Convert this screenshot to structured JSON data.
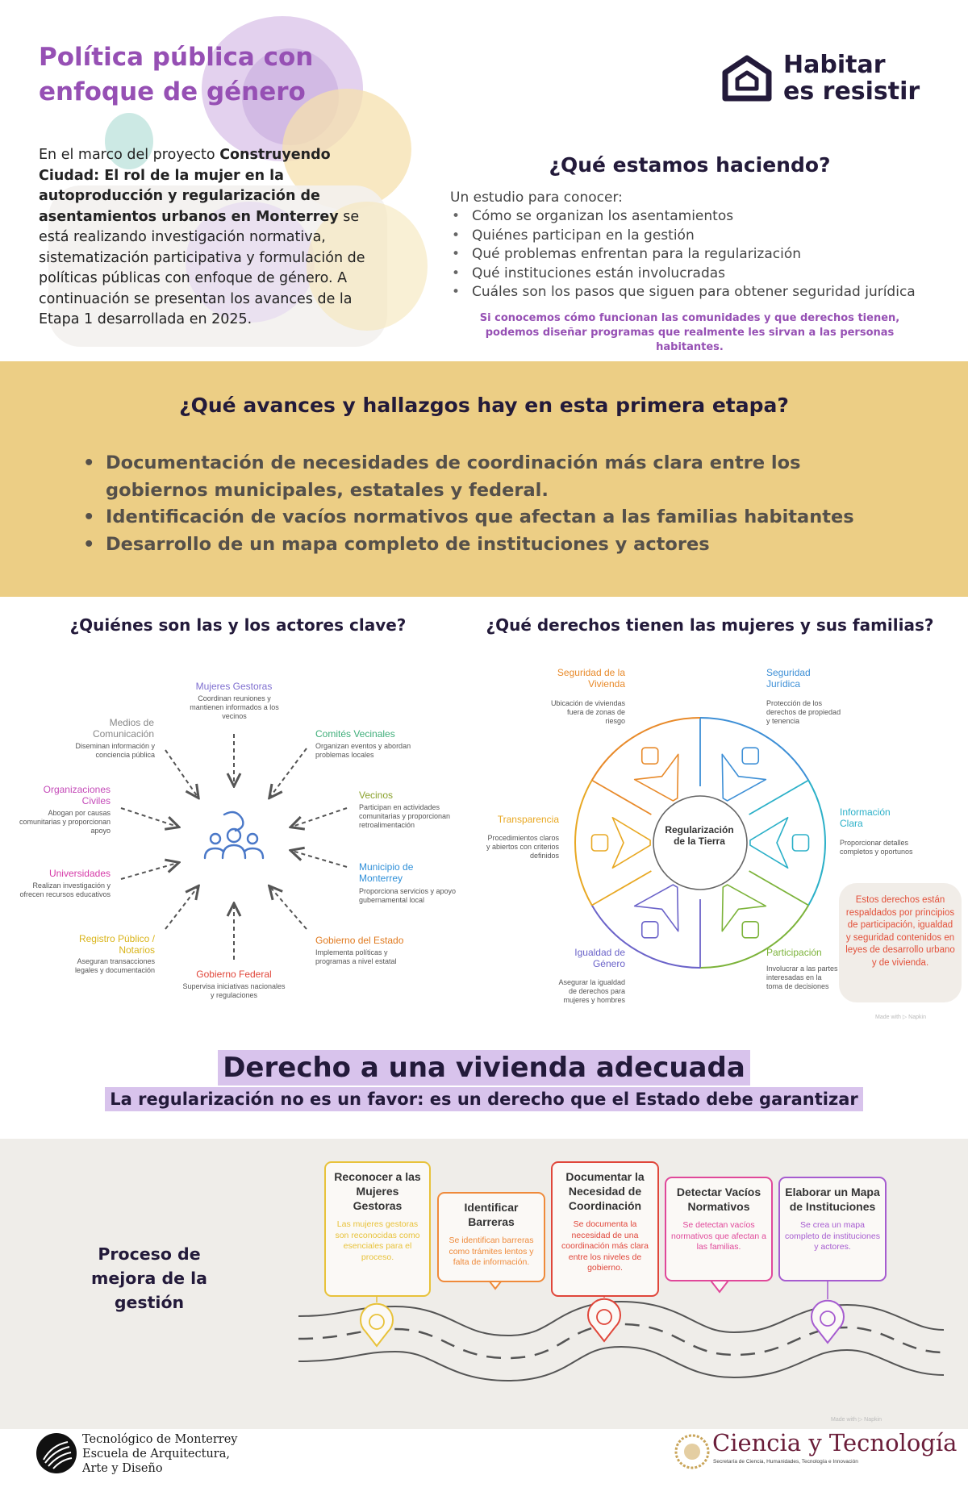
{
  "header": {
    "title": "Política pública con enfoque de género",
    "intro_prefix": "En el marco del proyecto ",
    "intro_bold": "Construyendo Ciudad: El rol de la mujer en la autoproducción y regularización de asentamientos urbanos en Monterrey",
    "intro_suffix": " se está realizando investigación normativa, sistematización participativa y formulación de políticas públicas con enfoque de género. A continuación se presentan los avances de la Etapa 1 desarrollada en 2025.",
    "logo_line1": "Habitar",
    "logo_line2": "es resistir",
    "logo_icon": "house-icon"
  },
  "what": {
    "title": "¿Qué estamos haciendo?",
    "intro": "Un estudio para conocer:",
    "items": [
      "Cómo se organizan los asentamientos",
      "Quiénes participan en la gestión",
      "Qué problemas enfrentan para la regularización",
      "Qué instituciones están involucradas",
      "Cuáles son los pasos que siguen para obtener seguridad jurídica"
    ],
    "note_line1": "Si conocemos cómo funcionan las comunidades y que derechos tienen,",
    "note_line2": "podemos diseñar programas que realmente les sirvan a las personas habitantes."
  },
  "advances": {
    "title": "¿Qué avances y hallazgos hay en esta primera etapa?",
    "items": [
      "Documentación de necesidades de coordinación más clara entre los gobiernos municipales, estatales y federal.",
      "Identificación de vacíos normativos que afectan a las familias habitantes",
      "Desarrollo de un mapa completo de instituciones y actores"
    ],
    "bg_color": "#ecce85"
  },
  "actors": {
    "title": "¿Quiénes son las y los actores clave?",
    "center_icon": "people-group-icon",
    "list": [
      {
        "label": "Mujeres Gestoras",
        "desc": "Coordinan reuniones y mantienen informados a los vecinos",
        "color": "#7f6fd0"
      },
      {
        "label": "Comités Vecinales",
        "desc": "Organizan eventos y abordan problemas locales",
        "color": "#3fae7a"
      },
      {
        "label": "Vecinos",
        "desc": "Participan en actividades comunitarias y proporcionan retroalimentación",
        "color": "#8aa12c"
      },
      {
        "label": "Municipio de Monterrey",
        "desc": "Proporciona servicios y apoyo gubernamental local",
        "color": "#2f8fd8"
      },
      {
        "label": "Gobierno del Estado",
        "desc": "Implementa políticas y programas a nivel estatal",
        "color": "#e07a1f"
      },
      {
        "label": "Gobierno Federal",
        "desc": "Supervisa iniciativas nacionales y regulaciones",
        "color": "#e0463a"
      },
      {
        "label": "Registro Público / Notarios",
        "desc": "Aseguran transacciones legales y documentación",
        "color": "#d9b41a"
      },
      {
        "label": "Universidades",
        "desc": "Realizan investigación y ofrecen recursos educativos",
        "color": "#d63aa8"
      },
      {
        "label": "Organizaciones Civiles",
        "desc": "Abogan por causas comunitarias y proporcionan apoyo",
        "color": "#c44ab8"
      },
      {
        "label": "Medios de Comunicación",
        "desc": "Diseminan información y conciencia pública",
        "color": "#888888"
      }
    ]
  },
  "rights": {
    "title": "¿Qué derechos tienen las mujeres y sus familias?",
    "center": "Regularización de la Tierra",
    "items": [
      {
        "label": "Seguridad Jurídica",
        "desc": "Protección de los derechos de propiedad y tenencia",
        "color": "#3d8fd6",
        "icon": "shield-house-icon"
      },
      {
        "label": "Información Clara",
        "desc": "Proporcionar detalles completos y oportunos",
        "color": "#2bb0c8",
        "icon": "open-book-icon"
      },
      {
        "label": "Participación",
        "desc": "Involucrar a las partes interesadas en la toma de decisiones",
        "color": "#7cb33a",
        "icon": "participation-icon"
      },
      {
        "label": "Igualdad de Género",
        "desc": "Asegurar la igualdad de derechos para mujeres y hombres",
        "color": "#6b63c9",
        "icon": "gender-equality-icon"
      },
      {
        "label": "Transparencia",
        "desc": "Procedimientos claros y abiertos con criterios definidos",
        "color": "#e8a823",
        "icon": "window-icon"
      },
      {
        "label": "Seguridad de la Vivienda",
        "desc": "Ubicación de viviendas fuera de zonas de riesgo",
        "color": "#e88a2a",
        "icon": "house-check-icon"
      }
    ],
    "note": "Estos derechos están respaldados por principios de participación, igualdad y seguridad contenidos en leyes de desarrollo urbano y de vivienda.",
    "made_with": "Made with ▷ Napkin"
  },
  "housing": {
    "title": "Derecho a una vivienda adecuada",
    "subtitle": "La regularización no es un favor: es un derecho que el Estado debe garantizar"
  },
  "process": {
    "title": "Proceso de mejora de la gestión",
    "steps": [
      {
        "title": "Reconocer a las Mujeres Gestoras",
        "desc": "Las mujeres gestoras son reconocidas como esenciales para el proceso.",
        "color": "#e8c23a",
        "icon": "people-exchange-icon"
      },
      {
        "title": "Identificar Barreras",
        "desc": "Se identifican barreras como trámites lentos y falta de información.",
        "color": "#ef8a3a",
        "icon": "warning-icon"
      },
      {
        "title": "Documentar la Necesidad de Coordinación",
        "desc": "Se documenta la necesidad de una coordinación más clara entre los niveles de gobierno.",
        "color": "#e0463a",
        "icon": "team-icon"
      },
      {
        "title": "Detectar Vacíos Normativos",
        "desc": "Se detectan vacíos normativos que afectan a las familias.",
        "color": "#e0489a",
        "icon": "documents-icon"
      },
      {
        "title": "Elaborar un Mapa de Instituciones",
        "desc": "Se crea un mapa completo de instituciones y actores.",
        "color": "#a65cd0",
        "icon": "network-icon"
      }
    ],
    "made_with": "Made with ▷ Napkin"
  },
  "footer": {
    "tec_line1": "Tecnológico de Monterrey",
    "tec_line2": "Escuela de Arquitectura,",
    "tec_line3": "Arte y Diseño",
    "cyt_title": "Ciencia y Tecnología",
    "cyt_sub": "Secretaría de Ciencia, Humanidades, Tecnología e Innovación"
  }
}
